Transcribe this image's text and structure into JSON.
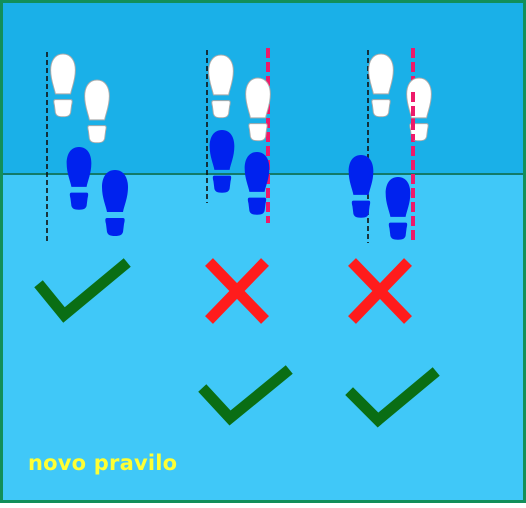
{
  "caption": "novo pravilo",
  "colors": {
    "frame": "#128f5a",
    "upper_zone": "#1ab0e8",
    "lower_zone": "#40c8f8",
    "divider": "#127a6a",
    "back_foot": "#ffffff",
    "front_foot": "#0022ee",
    "ref_line_black": "#111111",
    "ref_line_magenta": "#ee1a6a",
    "check": "#0a6e14",
    "cross": "#ff1c1c",
    "caption": "#ffff33"
  },
  "columns": [
    {
      "id": "col-1",
      "has_magenta_line": false,
      "old_rule": "check-icon",
      "new_rule": null
    },
    {
      "id": "col-2",
      "has_magenta_line": true,
      "old_rule": "cross-icon",
      "new_rule": "check-icon"
    },
    {
      "id": "col-3",
      "has_magenta_line": true,
      "old_rule": "cross-icon",
      "new_rule": "check-icon"
    }
  ]
}
